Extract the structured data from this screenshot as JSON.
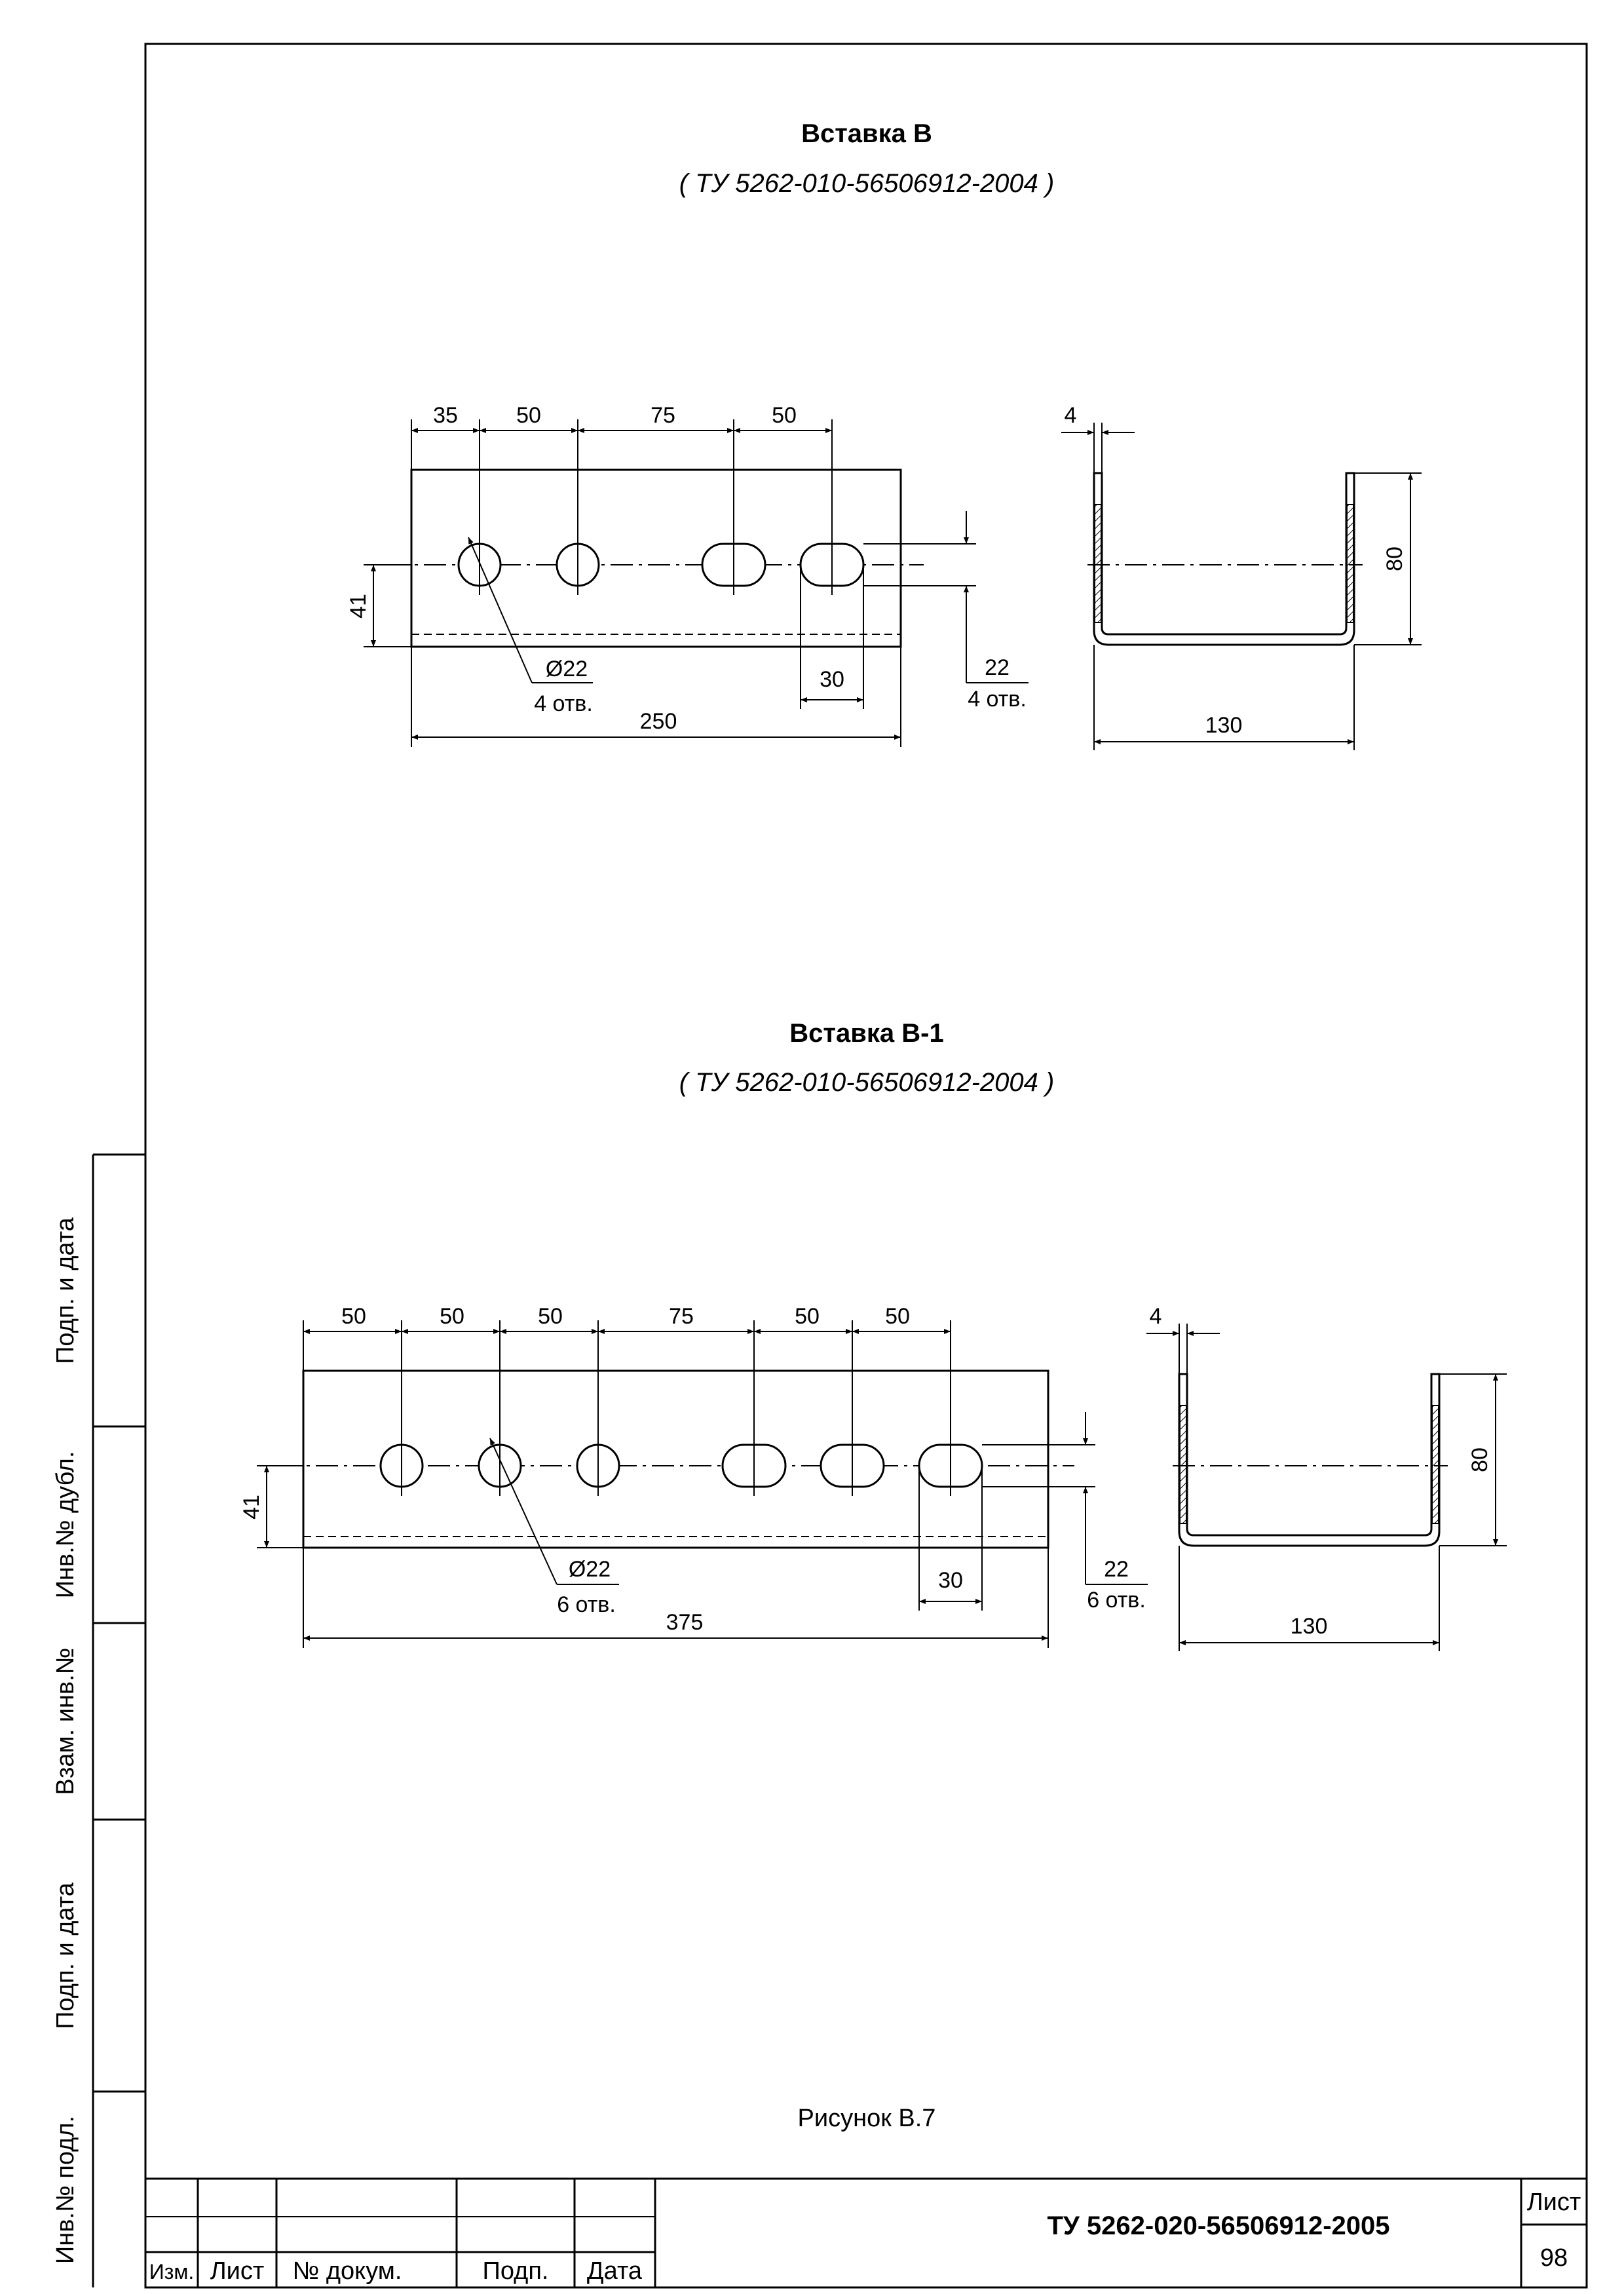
{
  "drawing_1": {
    "title": "Вставка В",
    "spec": "( ТУ 5262-010-56506912-2004 )",
    "spacing": [
      "35",
      "50",
      "75",
      "50"
    ],
    "hole_dia": "Ø22",
    "hole_count": "4 отв.",
    "height": "41",
    "length": "250",
    "slot_len": "30",
    "slot_w": "22",
    "slot_count": "4 отв.",
    "thickness": "4",
    "side_height": "80",
    "side_width": "130"
  },
  "drawing_2": {
    "title": "Вставка В-1",
    "spec": "( ТУ 5262-010-56506912-2004 )",
    "spacing": [
      "50",
      "50",
      "50",
      "75",
      "50",
      "50"
    ],
    "hole_dia": "Ø22",
    "hole_count": "6 отв.",
    "height": "41",
    "length": "375",
    "slot_len": "30",
    "slot_w": "22",
    "slot_count": "6 отв.",
    "thickness": "4",
    "side_height": "80",
    "side_width": "130"
  },
  "caption": "Рисунок В.7",
  "side_stamp": {
    "f1": "Подп. и дата",
    "f2": "Инв.№ дубл.",
    "f3": "Взам. инв.№",
    "f4": "Подп. и дата",
    "f5": "Инв.№ подл."
  },
  "title_block": {
    "col_izm": "Изм.",
    "col_list": "Лист",
    "col_doc": "№ докум.",
    "col_podp": "Подп.",
    "col_data": "Дата",
    "doc_number": "ТУ 5262-020-56506912-2005",
    "sheet_label": "Лист",
    "sheet_no": "98"
  }
}
